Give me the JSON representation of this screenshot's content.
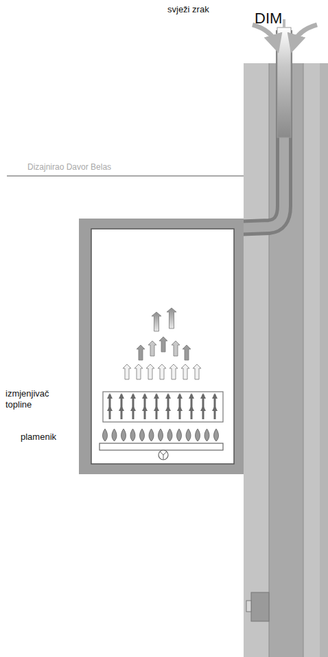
{
  "diagram": {
    "labels": [
      "svježi zrak",
      "DIM",
      "Dizajnirao Davor Belas",
      "izmjenjivač topline",
      "plamenik"
    ]
  }
}
